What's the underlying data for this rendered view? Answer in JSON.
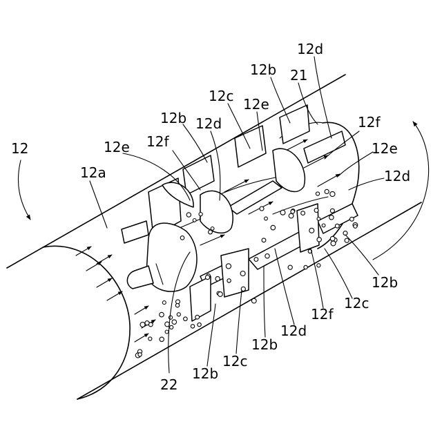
{
  "figure": {
    "labels": {
      "drum": "12",
      "drum_wall": "12a",
      "rotor": "22",
      "outlet": "21",
      "blade_b": "12b",
      "blade_c": "12c",
      "blade_d": "12d",
      "blade_e": "12e",
      "blade_f": "12f"
    },
    "colors": {
      "line": "#000000",
      "background": "#ffffff"
    }
  }
}
